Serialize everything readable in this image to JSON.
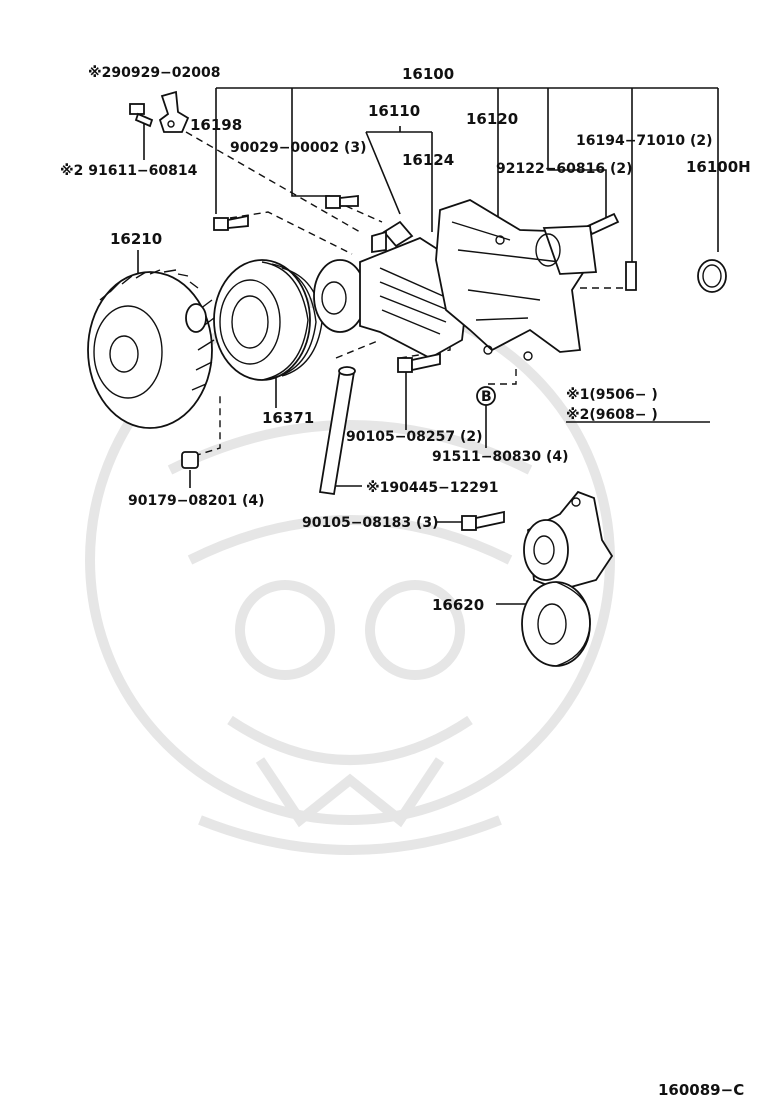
{
  "labels": {
    "p16100": "16100",
    "p90929": "※290929−02008",
    "p16198": "16198",
    "p91611": "※2 91611−60814",
    "p16110": "16110",
    "p16120": "16120",
    "p90029": "90029−00002 (3)",
    "p16124": "16124",
    "p16194": "16194−71010 (2)",
    "p92122": "92122−60816 (2)",
    "p16100h": "16100H",
    "p16210": "16210",
    "p16371": "16371",
    "p90105a": "90105−08257 (2)",
    "p91511": "91511−80830 (4)",
    "p190445": "※190445−12291",
    "p90179": "90179−08201 (4)",
    "p90105b": "90105−08183 (3)",
    "p16620": "16620",
    "note1": "※1(9506−      )",
    "note2": "※2(9608−      )",
    "badgeB": "B",
    "figure_code": "160089−C"
  },
  "icons": [
    "watermark-emblem",
    "bolt-icon",
    "o-ring-icon",
    "bracket-icon"
  ]
}
